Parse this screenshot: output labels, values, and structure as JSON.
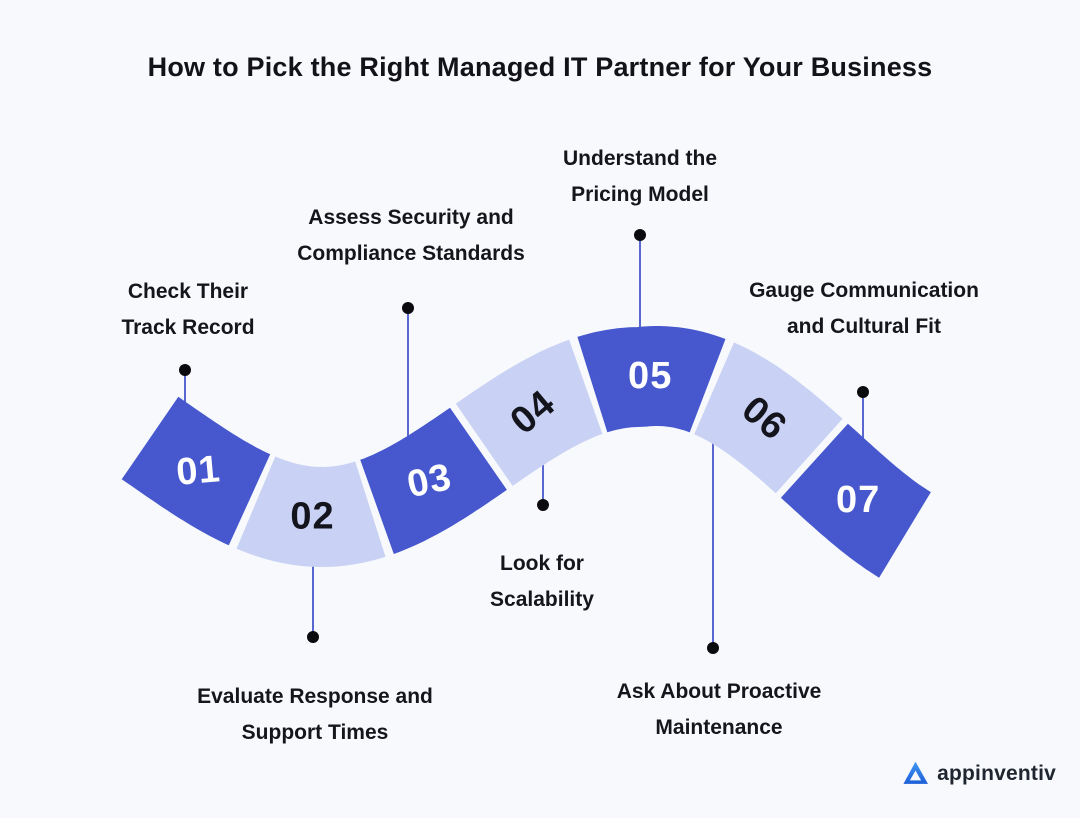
{
  "title": "How to Pick the Right Managed IT Partner for Your Business",
  "steps": [
    {
      "number": "01",
      "label": "Check Their Track Record",
      "lines": [
        "Check Their",
        "Track Record"
      ],
      "variant": "dark",
      "label_position": "above"
    },
    {
      "number": "02",
      "label": "Evaluate Response and Support Times",
      "lines": [
        "Evaluate Response and",
        "Support Times"
      ],
      "variant": "light",
      "label_position": "below"
    },
    {
      "number": "03",
      "label": "Assess Security and Compliance Standards",
      "lines": [
        "Assess Security and",
        "Compliance Standards"
      ],
      "variant": "dark",
      "label_position": "above"
    },
    {
      "number": "04",
      "label": "Look for Scalability",
      "lines": [
        "Look for",
        "Scalability"
      ],
      "variant": "light",
      "label_position": "below"
    },
    {
      "number": "05",
      "label": "Understand the Pricing Model",
      "lines": [
        "Understand the",
        "Pricing Model"
      ],
      "variant": "dark",
      "label_position": "above"
    },
    {
      "number": "06",
      "label": "Ask About Proactive Maintenance",
      "lines": [
        "Ask About Proactive",
        "Maintenance"
      ],
      "variant": "light",
      "label_position": "below"
    },
    {
      "number": "07",
      "label": "Gauge Communication and Cultural Fit",
      "lines": [
        "Gauge Communication",
        "and Cultural Fit"
      ],
      "variant": "dark",
      "label_position": "above"
    }
  ],
  "colors": {
    "background": "#F7F9FC",
    "title_text": "#121218",
    "label_text": "#15151C",
    "segment_dark": "#4758CE",
    "segment_light": "#C9D2F4",
    "number_on_dark": "#FFFFFF",
    "number_on_light": "#14141C",
    "connector": "#5A67CF",
    "dot": "#0B0B0E",
    "logo_blue_top": "#3F96F3",
    "logo_blue_bottom": "#1D5FD8",
    "logo_text": "#1F2630"
  },
  "logo": {
    "text": "appinventiv"
  }
}
